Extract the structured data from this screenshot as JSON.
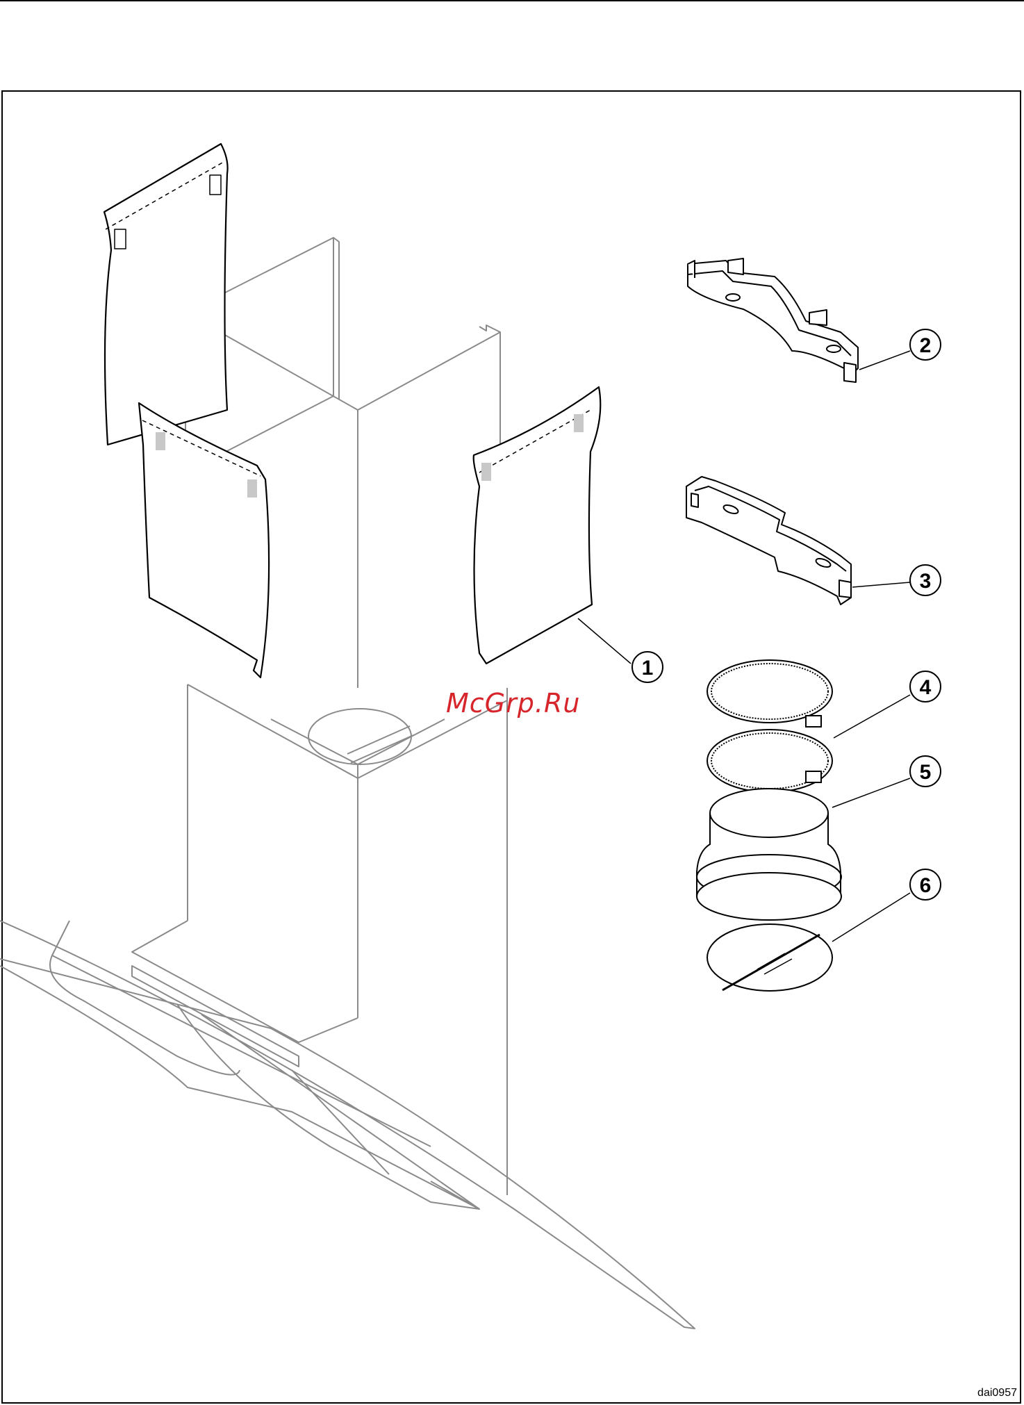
{
  "figure": {
    "reference_code": "dai0957",
    "watermark": "McGrp.Ru",
    "callouts": [
      {
        "label": "1",
        "part": "sticker"
      },
      {
        "label": "2",
        "part": "upper-bracket"
      },
      {
        "label": "3",
        "part": "lower-bracket"
      },
      {
        "label": "4",
        "part": "hose-clamps"
      },
      {
        "label": "5",
        "part": "duct-adapter"
      },
      {
        "label": "6",
        "part": "non-return-flap"
      }
    ]
  },
  "colors": {
    "outline": "#000000",
    "hood_lines": "#8a8a8a",
    "watermark": "#d6262c",
    "tab_fill": "#c8c8c8"
  }
}
